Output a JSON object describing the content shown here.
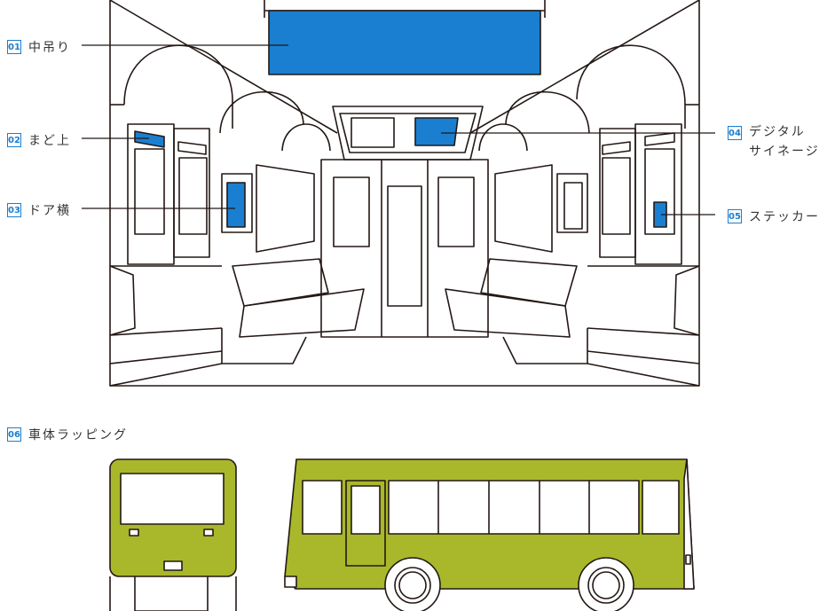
{
  "labels": {
    "l01": {
      "num": "01",
      "text": "中吊り"
    },
    "l02": {
      "num": "02",
      "text": "まど上"
    },
    "l03": {
      "num": "03",
      "text": "ドア横"
    },
    "l04": {
      "num": "04",
      "text1": "デジタル",
      "text2": "サイネージ"
    },
    "l05": {
      "num": "05",
      "text": "ステッカー"
    },
    "l06": {
      "num": "06",
      "text": "車体ラッピング"
    }
  },
  "colors": {
    "highlight_blue": "#1a7fd0",
    "bus_green": "#a8b82a",
    "line": "#231815"
  }
}
